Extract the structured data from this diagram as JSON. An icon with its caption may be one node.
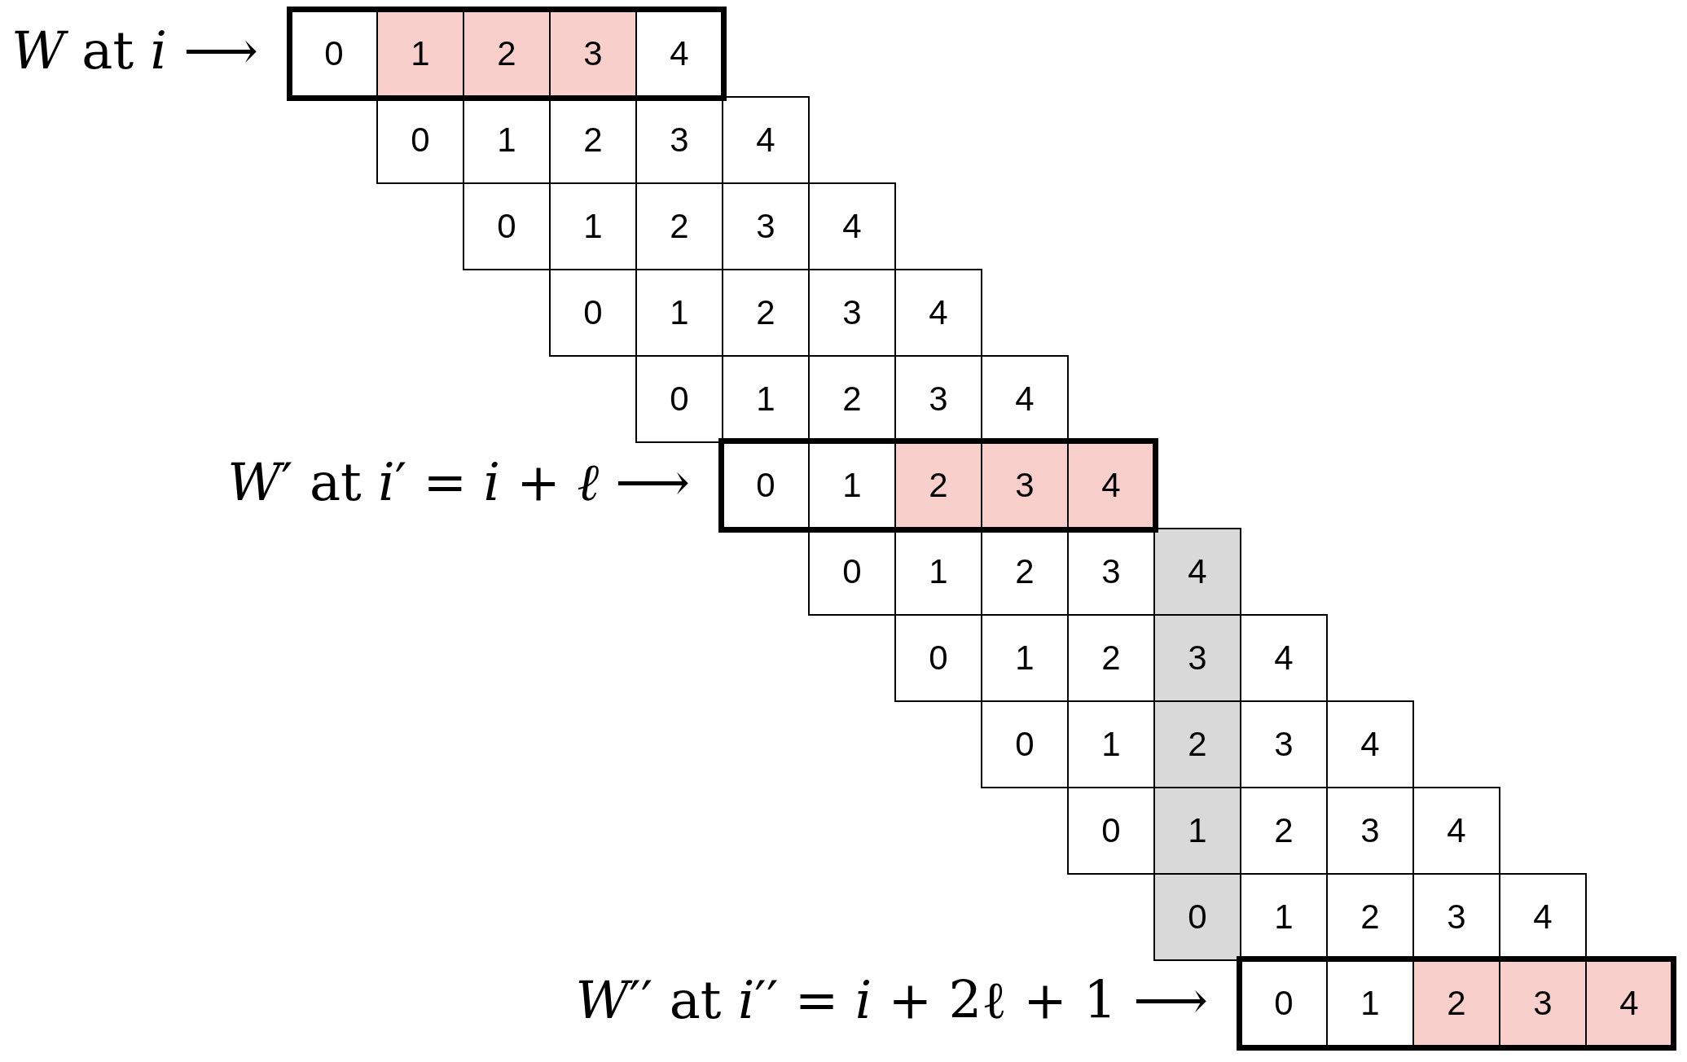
{
  "diagram": {
    "labels": [
      "*W* at *i* ⟶",
      "0",
      "1",
      "2",
      "3",
      "4",
      "0",
      "1",
      "2",
      "3",
      "4",
      "0",
      "1",
      "2",
      "3",
      "4",
      "0",
      "1",
      "2",
      "3",
      "4",
      "0",
      "1",
      "2",
      "3",
      "4",
      "*W*′ at *i*′ = *i* + *ℓ* ⟶",
      "0",
      "1",
      "2",
      "3",
      "4",
      "0",
      "1",
      "2",
      "3",
      "4",
      "0",
      "1",
      "2",
      "3",
      "4",
      "0",
      "1",
      "2",
      "3",
      "4",
      "0",
      "1",
      "2",
      "3",
      "4",
      "0",
      "1",
      "2",
      "3",
      "4",
      "*W*′′ at *i*′′ = *i* + 2ℓ + 1 ⟶",
      "0",
      "1",
      "2",
      "3",
      "4"
    ]
  }
}
